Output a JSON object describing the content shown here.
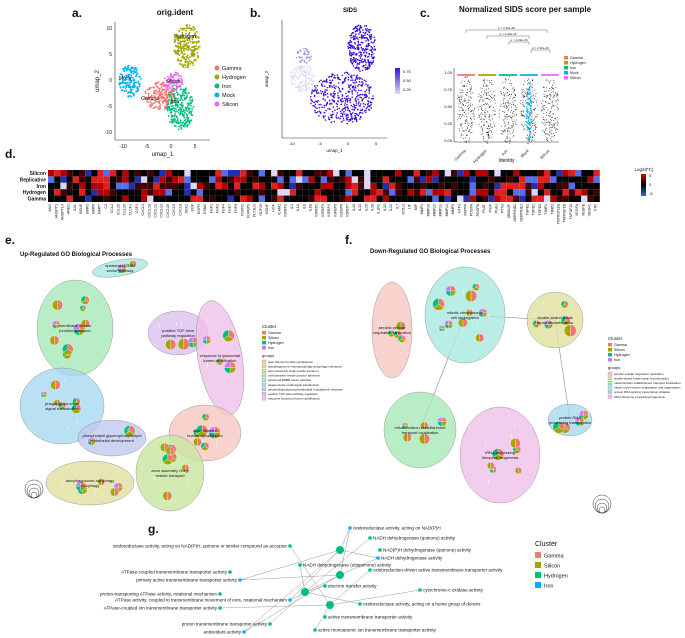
{
  "panel_letters": {
    "a": "a.",
    "b": "b.",
    "c": "c.",
    "d": "d.",
    "e": "e.",
    "f": "f.",
    "g": "g."
  },
  "panel_a": {
    "title": "orig.ident",
    "xlabel": "umap_1",
    "ylabel": "umap_2",
    "xticks": [
      "-10",
      "-5",
      "0",
      "5"
    ],
    "yticks": [
      "10",
      "5",
      "0",
      "-5",
      "-10"
    ],
    "cluster_labels": [
      "Hydrogen",
      "Mock",
      "Gamma",
      "Silicon",
      "Iron"
    ],
    "legend": [
      {
        "name": "Gamma",
        "color": "#f0776d"
      },
      {
        "name": "Hydrogen",
        "color": "#a3a500"
      },
      {
        "name": "Iron",
        "color": "#00bf7d"
      },
      {
        "name": "Mock",
        "color": "#00b0f6"
      },
      {
        "name": "Silicon",
        "color": "#e76bf3"
      }
    ]
  },
  "panel_b": {
    "title": "SIDS",
    "xlabel": "umap_1",
    "ylabel": "umap_2",
    "xticks": [
      "-10",
      "-5",
      "0",
      "5"
    ],
    "colorbar_ticks": [
      "0.75",
      "0.50",
      "0.25"
    ],
    "color_low": "#e0d8f0",
    "color_high": "#3a10d8"
  },
  "panel_c": {
    "title": "Normalized SIDS score per sample",
    "xlabel": "Identity",
    "categories": [
      "Gamma",
      "Hydrogen",
      "Iron",
      "Mock",
      "Silicon"
    ],
    "yticks": [
      "1.00",
      "0.75",
      "0.50",
      "0.25",
      "0.00"
    ],
    "pvalues": [
      "p < 2.22e-16",
      "p = 2.20e-16",
      "p < 2.22e-16",
      "p = 2.20e-16"
    ],
    "legend": [
      {
        "name": "Gamma",
        "color": "#f0776d"
      },
      {
        "name": "Hydrogen",
        "color": "#a3a500"
      },
      {
        "name": "Iron",
        "color": "#00bf7d"
      },
      {
        "name": "Mock",
        "color": "#00b0f6"
      },
      {
        "name": "Silicon",
        "color": "#e76bf3"
      }
    ]
  },
  "panel_d": {
    "rows": [
      "Silicon",
      "Replicative",
      "Iron",
      "Hydrogen",
      "Gamma"
    ],
    "colorbar_title": "Log2(FC)",
    "colorbar_ticks": [
      "5",
      "0",
      "-5"
    ],
    "genes": [
      "ANG",
      "ANGPT1",
      "ANGPTL4",
      "AREG",
      "AXL",
      "BDNF",
      "BMP2",
      "BMP6",
      "BMP7",
      "C3",
      "CCL2",
      "CCL20",
      "CCL26",
      "CLCF1",
      "CSF1",
      "CXCL1",
      "CXCL10",
      "CXCL12",
      "CXCL13",
      "CXCL16",
      "CXCL5",
      "CXCL8",
      "DKK1",
      "EGF",
      "EGFR",
      "ESM1",
      "FGF1",
      "FGF2",
      "FGF4",
      "FGF7",
      "FGF9",
      "FGFR1",
      "FGFBP3",
      "FLT3LG",
      "GDF15",
      "GDNF",
      "HGF",
      "ICAM1",
      "IGFBP2",
      "IL1",
      "IL1A",
      "IL6",
      "IL1B",
      "IGFBP1",
      "IGFBP3",
      "IGFBP4",
      "IGFBP5",
      "IGFBP6",
      "IGFBP7",
      "IL10",
      "IL13",
      "IL15",
      "IL18",
      "IL1R2",
      "IL32",
      "IL33",
      "IL7",
      "KITLG",
      "LIF",
      "MIF",
      "MMP1",
      "MMP10",
      "MMP12",
      "MMP13",
      "MMP14",
      "MMP3",
      "NTF3",
      "PAPPA",
      "PDGFA",
      "PDGFB",
      "PLAT",
      "PIGF",
      "PLAU",
      "PTX3",
      "SEMA3F",
      "SERPINB1",
      "SERPINE1",
      "TGFB1",
      "TGFB2",
      "TGFB3",
      "TIMP1",
      "TIMP2",
      "TNFRSF11B",
      "TNFRSF1B",
      "TNFSF11",
      "VEGFA",
      "VEGFB",
      "VEGFC",
      "VTN"
    ]
  },
  "panel_e": {
    "title": "Up-Regulated GO Biological Processes",
    "node_labels": [
      "epidermal ERBB vector pathway",
      "membrane vesicle junction adhesion",
      "positive TGF-beta pathway regulation",
      "response to lysosomal lumen acidification",
      "phagocytosis small signal transduction",
      "phospholipid glycerophospholipid endothelial development",
      "actin filament bundle cytoskeleton",
      "autophagosome autophagy autophagy",
      "axon assembly Golgi vesicle transport"
    ],
    "cluster_title": "Cluster",
    "clusters": [
      {
        "name": "Gamma",
        "color": "#f0776d"
      },
      {
        "name": "Silicon",
        "color": "#a3a500"
      },
      {
        "name": "Hydrogen",
        "color": "#00bf7d"
      },
      {
        "name": "Iron",
        "color": "#c77cff"
      }
    ],
    "groups_title": "groups",
    "groups": [
      {
        "name": "actin filament bundle cytoskeleton",
        "color": "#f6c7c0"
      },
      {
        "name": "autophagosome macroautophagy autophagy substance",
        "color": "#e0e0a0"
      },
      {
        "name": "axon assembly Golgi vesicle transport",
        "color": "#c8e6a0"
      },
      {
        "name": "cell-substrate vesicle junction adhesion",
        "color": "#a8e8b8"
      },
      {
        "name": "epidermal ERBB vector pathway",
        "color": "#a8e8e0"
      },
      {
        "name": "phagocytosis small signal transduction",
        "color": "#a8d8f0"
      },
      {
        "name": "phospholipid glycerophospholipid endoplasmic reticulum",
        "color": "#c0c8f0"
      },
      {
        "name": "positive TGF-beta pathway regulation",
        "color": "#dcc0f0"
      },
      {
        "name": "response lysosomal lumen acidification",
        "color": "#f0c0e8"
      }
    ]
  },
  "panel_f": {
    "title": "Down-Regulated GO Biological Processes",
    "node_labels": [
      "aerobic cellular respiration replication",
      "mitotic chromosome cell segregation",
      "double-strand break repair recombination",
      "mitochondrion establishment transport localization",
      "rRNA processing ribosome biogenesis",
      "protein RNA processing transcription"
    ],
    "cluster_title": "Cluster",
    "clusters": [
      {
        "name": "Gamma",
        "color": "#f0776d"
      },
      {
        "name": "Silicon",
        "color": "#a3a500"
      },
      {
        "name": "Hydrogen",
        "color": "#00bf7d"
      },
      {
        "name": "Iron",
        "color": "#c77cff"
      }
    ],
    "groups_title": "groups",
    "groups": [
      {
        "name": "aerobic cellular respiration replication",
        "color": "#f6c7c0"
      },
      {
        "name": "double-strand break repair recombination",
        "color": "#e0e0a0"
      },
      {
        "name": "mitochondrion establishment transport localization",
        "color": "#a8e8b8"
      },
      {
        "name": "mitotic chromosome segregation and organization",
        "color": "#a8e8e0"
      },
      {
        "name": "protein RNA splicing transcription initiation",
        "color": "#a8d8f0"
      },
      {
        "name": "rRNA ribosome processing biogenesis",
        "color": "#f0c0e8"
      }
    ]
  },
  "panel_g": {
    "nodes": [
      "oxidoreductase activity, acting on NAD(P)H",
      "NADH dehydrogenase (quinone) activity",
      "oxidoreductase activity, acting on NAD(P)H, quinone or similar compound as acceptor",
      "NAD(P)H dehydrogenase (quinone) activity",
      "NADH dehydrogenase activity",
      "NADH dehydrogenase (ubiquinone) activity",
      "oxidoreduction-driven active transmembrane transporter activity",
      "ATPase-coupled transmembrane transporter activity",
      "primary active transmembrane transporter activity",
      "electron transfer activity",
      "cytochrome-c oxidase activity",
      "proton-transporting ATPase activity, rotational mechanism",
      "ATPase activity, coupled to transmembrane movement of ions, rotational mechanism",
      "oxidoreductase activity, acting on a heme group of donors",
      "ATPase-coupled ion transmembrane transporter activity",
      "active transmembrane transporter activity",
      "antioxidant activity",
      "proton transmembrane transporter activity",
      "active monoatomic ion transmembrane transporter activity"
    ],
    "cluster_title": "Cluster",
    "clusters": [
      {
        "name": "Gamma",
        "color": "#f0776d"
      },
      {
        "name": "Silicon",
        "color": "#a3a500"
      },
      {
        "name": "Hydrogen",
        "color": "#00bf7d"
      },
      {
        "name": "Iron",
        "color": "#00b0f6"
      }
    ]
  }
}
